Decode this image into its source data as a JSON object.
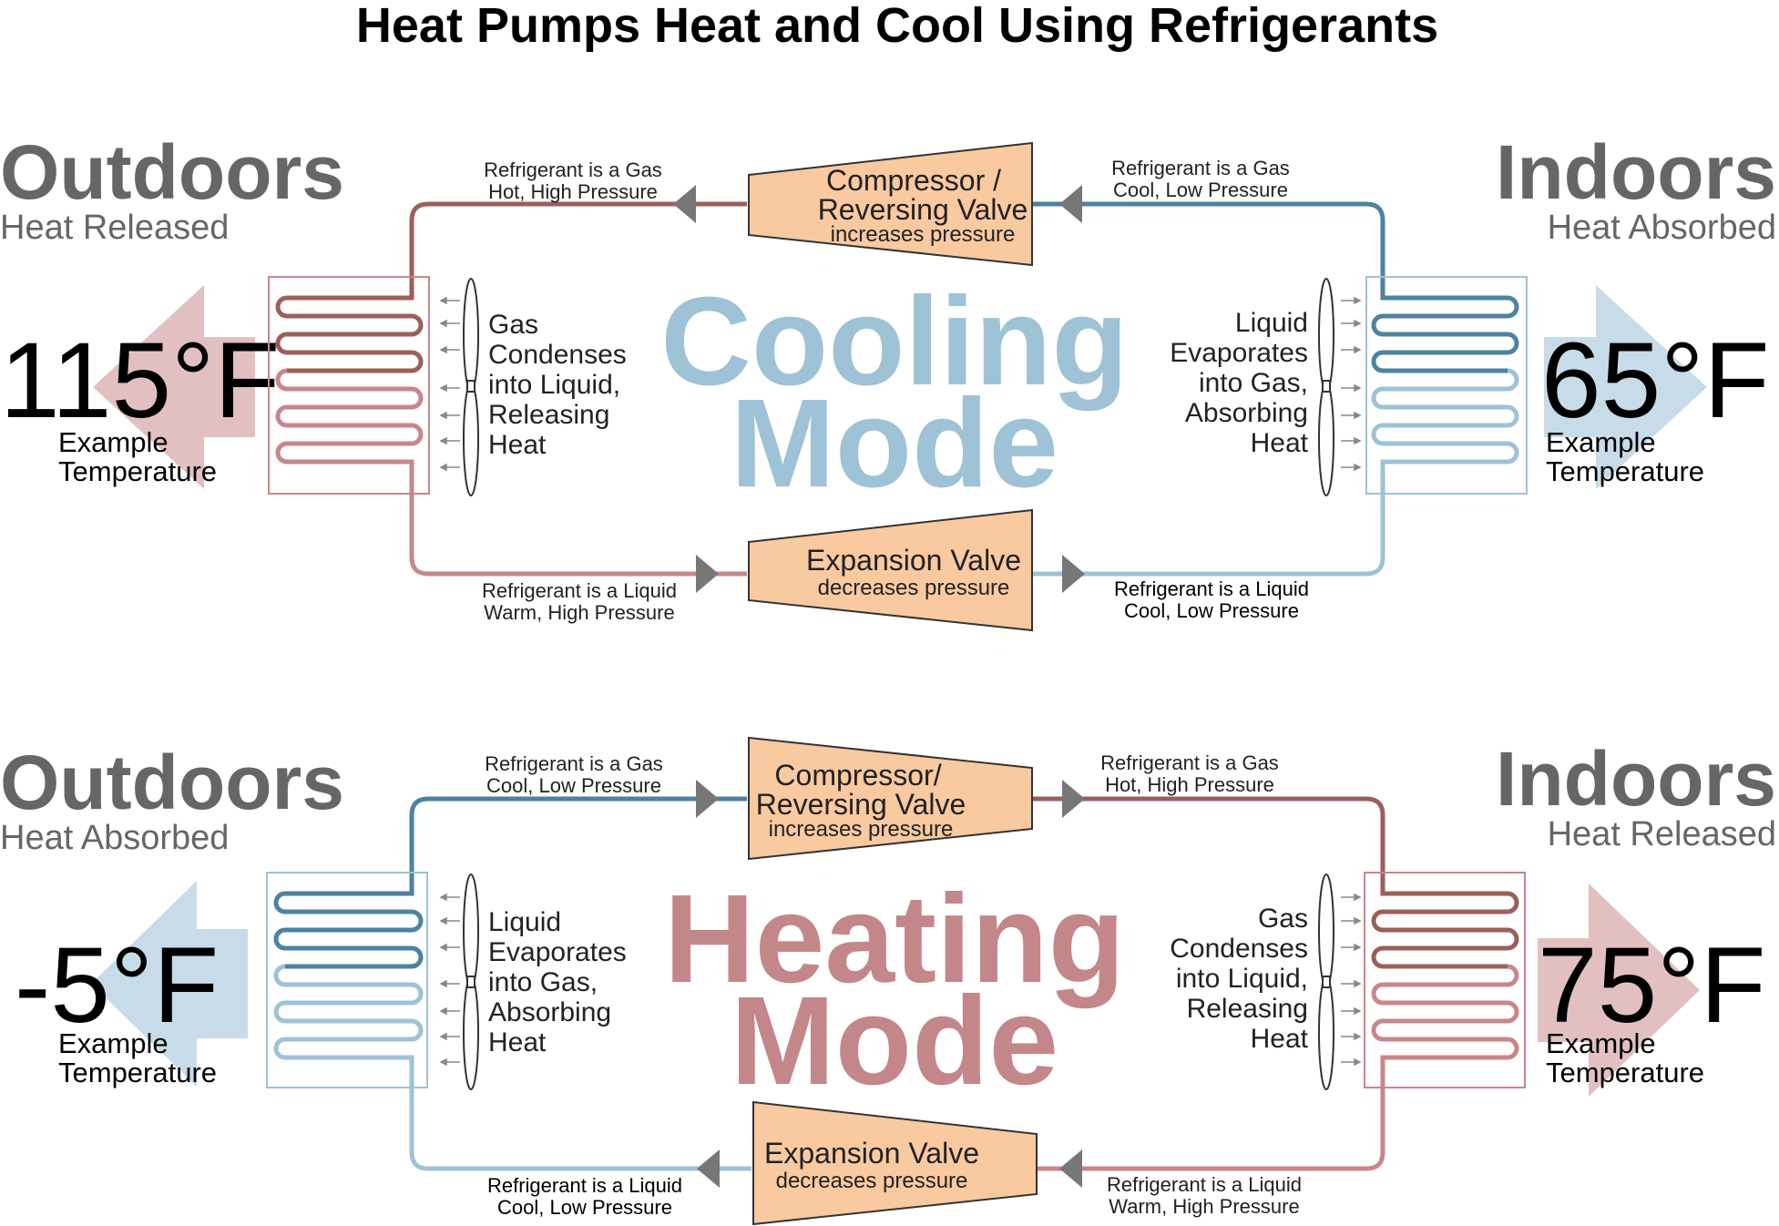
{
  "title": "Heat Pumps Heat and Cool Using Refrigerants",
  "colors": {
    "hot_pipe": "#9b5f5a",
    "warm_pipe": "#c9868a",
    "cold_pipe": "#4d82a0",
    "cool_pipe": "#9ec2d6",
    "device_fill": "#f9c9a0",
    "cool_arrow": "#c7dce8",
    "warm_arrow": "#e2c0c2",
    "mode_cool_text": "#9ec2d6",
    "mode_heat_text": "#c3878a",
    "heading_gray": "#666666"
  },
  "cooling": {
    "mode_line1": "Cooling",
    "mode_line2": "Mode",
    "outdoors": {
      "heading": "Outdoors",
      "sub": "Heat Released",
      "temp": "115°F",
      "temp_label_1": "Example",
      "temp_label_2": "Temperature"
    },
    "indoors": {
      "heading": "Indoors",
      "sub": "Heat Absorbed",
      "temp": "65°F",
      "temp_label_1": "Example",
      "temp_label_2": "Temperature"
    },
    "compressor": {
      "line1": "Compressor /",
      "line2": "Reversing Valve",
      "sub": "increases pressure"
    },
    "expansion": {
      "line1": "Expansion Valve",
      "sub": "decreases pressure"
    },
    "top_left": {
      "line1": "Refrigerant is a Gas",
      "line2": "Hot, High Pressure"
    },
    "top_right": {
      "line1": "Refrigerant is a Gas",
      "line2": "Cool, Low Pressure"
    },
    "bottom_left": {
      "line1": "Refrigerant is a Liquid",
      "line2": "Warm, High Pressure"
    },
    "bottom_right": {
      "line1": "Refrigerant is a Liquid",
      "line2": "Cool, Low Pressure"
    },
    "left_process": [
      "Gas",
      "Condenses",
      "into Liquid,",
      "Releasing",
      "Heat"
    ],
    "right_process": [
      "Liquid",
      "Evaporates",
      "into Gas,",
      "Absorbing",
      "Heat"
    ]
  },
  "heating": {
    "mode_line1": "Heating",
    "mode_line2": "Mode",
    "outdoors": {
      "heading": "Outdoors",
      "sub": "Heat Absorbed",
      "temp": "-5°F",
      "temp_label_1": "Example",
      "temp_label_2": "Temperature"
    },
    "indoors": {
      "heading": "Indoors",
      "sub": "Heat Released",
      "temp": "75°F",
      "temp_label_1": "Example",
      "temp_label_2": "Temperature"
    },
    "compressor": {
      "line1": "Compressor/",
      "line2": "Reversing Valve",
      "sub": "increases pressure"
    },
    "expansion": {
      "line1": "Expansion Valve",
      "sub": "decreases pressure"
    },
    "top_left": {
      "line1": "Refrigerant is a Gas",
      "line2": "Cool, Low Pressure"
    },
    "top_right": {
      "line1": "Refrigerant is a Gas",
      "line2": "Hot, High Pressure"
    },
    "bottom_left": {
      "line1": "Refrigerant is a Liquid",
      "line2": "Cool, Low Pressure"
    },
    "bottom_right": {
      "line1": "Refrigerant is a Liquid",
      "line2": "Warm, High Pressure"
    },
    "left_process": [
      "Liquid",
      "Evaporates",
      "into Gas,",
      "Absorbing",
      "Heat"
    ],
    "right_process": [
      "Gas",
      "Condenses",
      "into Liquid,",
      "Releasing",
      "Heat"
    ]
  }
}
